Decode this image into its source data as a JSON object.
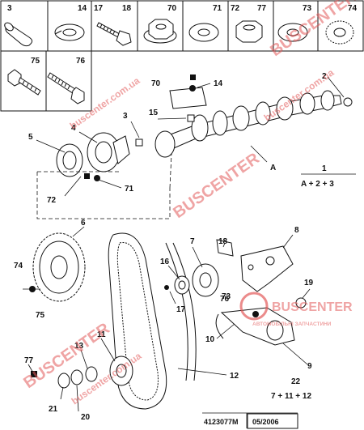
{
  "header_cells": [
    {
      "label": "3",
      "icon": "dowel-pin-icon"
    },
    {
      "label": "14",
      "icon": "split-washer-icon"
    },
    {
      "label": "17",
      "icon": "bolt-icon"
    },
    {
      "label": "18",
      "icon": "flange-bolt-icon"
    },
    {
      "label": "70",
      "icon": "flange-nut-icon"
    },
    {
      "label": "71",
      "icon": "flat-washer-icon"
    },
    {
      "label": "72",
      "icon": "nut-icon"
    },
    {
      "label": "77",
      "icon": "hex-nut-icon"
    },
    {
      "label": "73",
      "icon": "plain-washer-icon"
    },
    {
      "label": "74",
      "icon": "toothed-washer-icon"
    },
    {
      "label": "75",
      "icon": "hex-bolt-icon"
    },
    {
      "label": "76",
      "icon": "long-bolt-icon"
    }
  ],
  "callouts": {
    "c2": "2",
    "c3": "3",
    "c4": "4",
    "c5": "5",
    "c6": "6",
    "c7": "7",
    "c8": "8",
    "c9": "9",
    "c10": "10",
    "c11": "11",
    "c12": "12",
    "c13": "13",
    "c14": "14",
    "c15": "15",
    "c16": "16",
    "c17": "17",
    "c18": "18",
    "c19": "19",
    "c20": "20",
    "c21": "21",
    "c22": "22",
    "c70": "70",
    "c71": "71",
    "c72": "72",
    "c73": "73",
    "c74": "74",
    "c75": "75",
    "c76": "76",
    "c77": "77",
    "cA": "A"
  },
  "formulas": {
    "kit_numerator": "1",
    "kit_denominator": "A + 2 + 3",
    "kit_bottom": "7 + 11 + 12"
  },
  "footer": {
    "reference": "4123077M",
    "date": "05/2006"
  },
  "watermarks": {
    "brand_main": "BUSCENTER",
    "brand_sub": "АВТОМОБІЛЬНІ ЗАПЧАСТИНИ",
    "site": "buscenter.com.ua"
  },
  "colors": {
    "watermark": "#e35a5a",
    "line": "#111111"
  }
}
